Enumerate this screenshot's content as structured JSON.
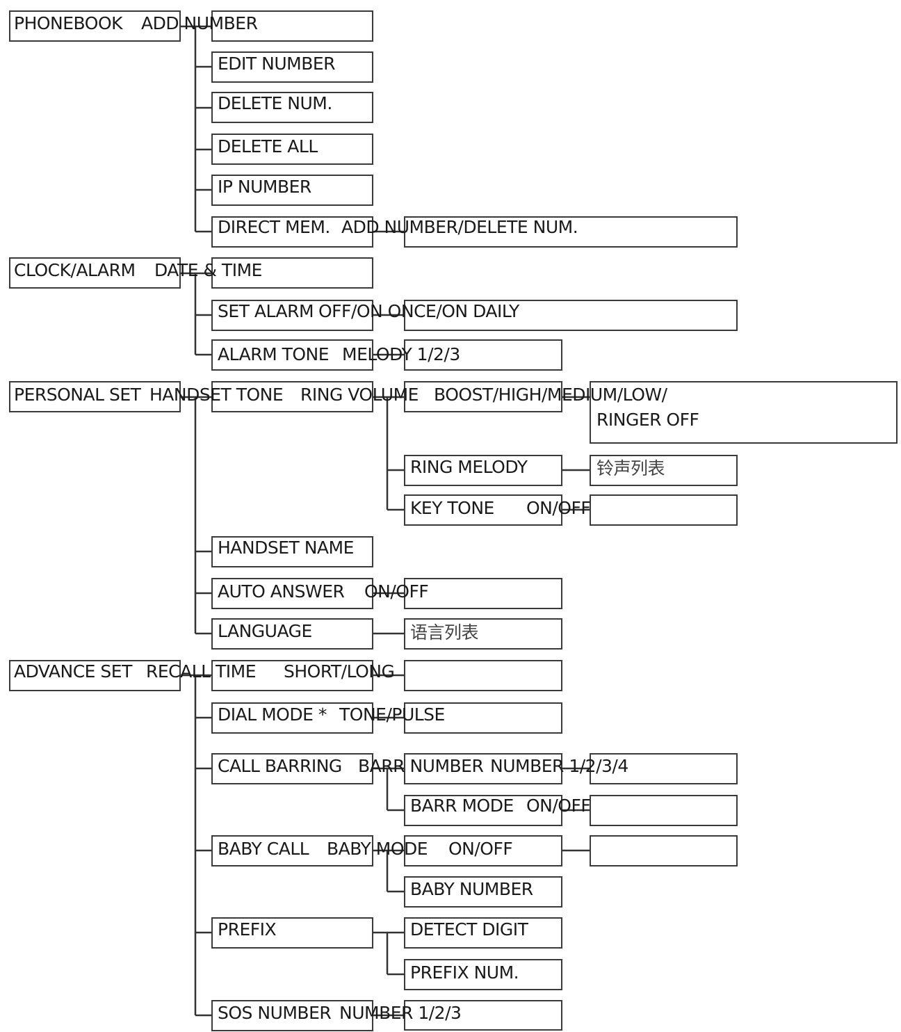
{
  "menu": {
    "phonebook": "PHONEBOOK",
    "add_number": "ADD NUMBER",
    "edit_number": "EDIT NUMBER",
    "delete_num": "DELETE NUM.",
    "delete_all": "DELETE ALL",
    "ip_number": "IP NUMBER",
    "direct_mem": "DIRECT MEM.",
    "add_number_delete_num": "ADD NUMBER/DELETE NUM.",
    "clock_alarm": "CLOCK/ALARM",
    "date_time": "DATE & TIME",
    "set_alarm": "SET ALARM",
    "alarm_options": "OFF/ON ONCE/ON DAILY",
    "alarm_tone": "ALARM TONE",
    "melody_options": "MELODY 1/2/3",
    "personal_set": "PERSONAL SET",
    "handset_tone": "HANDSET TONE",
    "ring_volume": "RING VOLUME",
    "volume_options_line1": "BOOST/HIGH/MEDIUM/LOW/",
    "volume_options_line2": "RINGER OFF",
    "ring_melody": "RING MELODY",
    "ringtone_list": "铃声列表",
    "key_tone": "KEY TONE",
    "on_off": "ON/OFF",
    "handset_name": "HANDSET NAME",
    "auto_answer": "AUTO ANSWER",
    "language": "LANGUAGE",
    "language_list": "语言列表",
    "advance_set": "ADVANCE SET",
    "recall_time": "RECALL TIME",
    "short_long": "SHORT/LONG",
    "dial_mode": "DIAL MODE *",
    "tone_pulse": "TONE/PULSE",
    "call_barring": "CALL BARRING",
    "barr_number": "BARR NUMBER",
    "number_1234": "NUMBER 1/2/3/4",
    "barr_mode": "BARR MODE",
    "baby_call": "BABY CALL",
    "baby_mode": "BABY MODE",
    "baby_number": "BABY NUMBER",
    "prefix": "PREFIX",
    "detect_digit": "DETECT DIGIT",
    "prefix_num": "PREFIX NUM.",
    "sos_number": "SOS NUMBER",
    "number_123": "NUMBER 1/2/3"
  }
}
